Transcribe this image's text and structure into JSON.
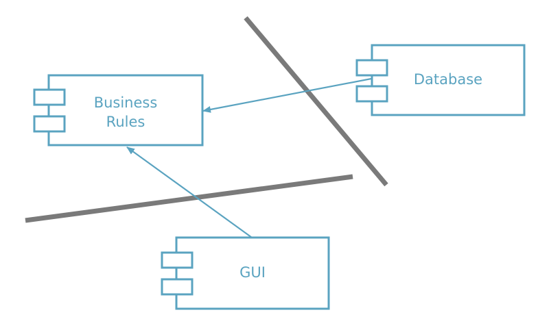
{
  "components": {
    "business_rules": {
      "label_line1": "Business",
      "label_line2": "Rules"
    },
    "database": {
      "label": "Database"
    },
    "gui": {
      "label": "GUI"
    }
  },
  "colors": {
    "component_stroke": "#5aa3c0",
    "component_text": "#5aa3c0",
    "boundary_line": "#7a7a7a",
    "arrow": "#5aa3c0"
  },
  "icons": [
    "component-tab-icon"
  ]
}
